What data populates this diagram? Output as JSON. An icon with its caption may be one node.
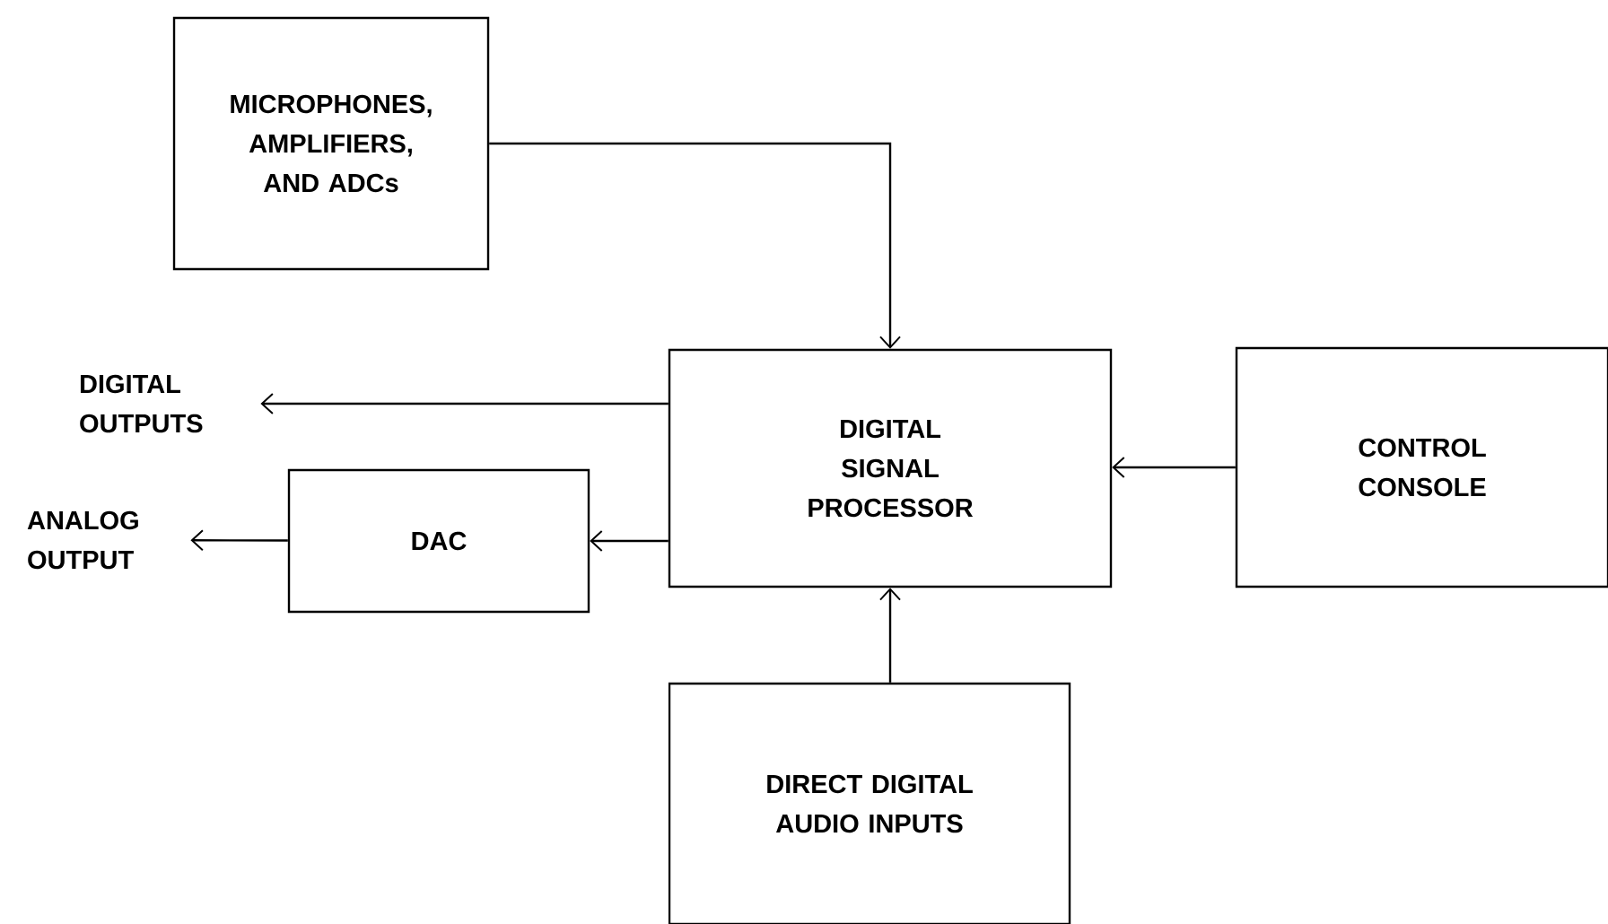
{
  "diagram": {
    "nodes": [
      {
        "text": [
          "MICROPHONES, AMPLIFIERS, AND ADCs"
        ]
      },
      {
        "text": [
          "DIGITAL SIGNAL PROCESSOR"
        ]
      },
      {
        "text": [
          "CONTROL CONSOLE"
        ]
      },
      {
        "text": [
          "DAC"
        ]
      },
      {
        "text": [
          "DIRECT DIGITAL AUDIO INPUTS"
        ]
      },
      {
        "text": [
          "DIGITAL OUTPUTS"
        ]
      },
      {
        "text": [
          "ANALOG OUTPUT"
        ]
      }
    ],
    "edges": [
      {
        "from": 0,
        "to": 1,
        "arrow": "to"
      },
      {
        "from": 1,
        "to": 5,
        "arrow": "to"
      },
      {
        "from": 2,
        "to": 1,
        "arrow": "to"
      },
      {
        "from": 1,
        "to": 3,
        "arrow": "to"
      },
      {
        "from": 3,
        "to": 6,
        "arrow": "to"
      },
      {
        "from": 4,
        "to": 1,
        "arrow": "to"
      }
    ]
  }
}
